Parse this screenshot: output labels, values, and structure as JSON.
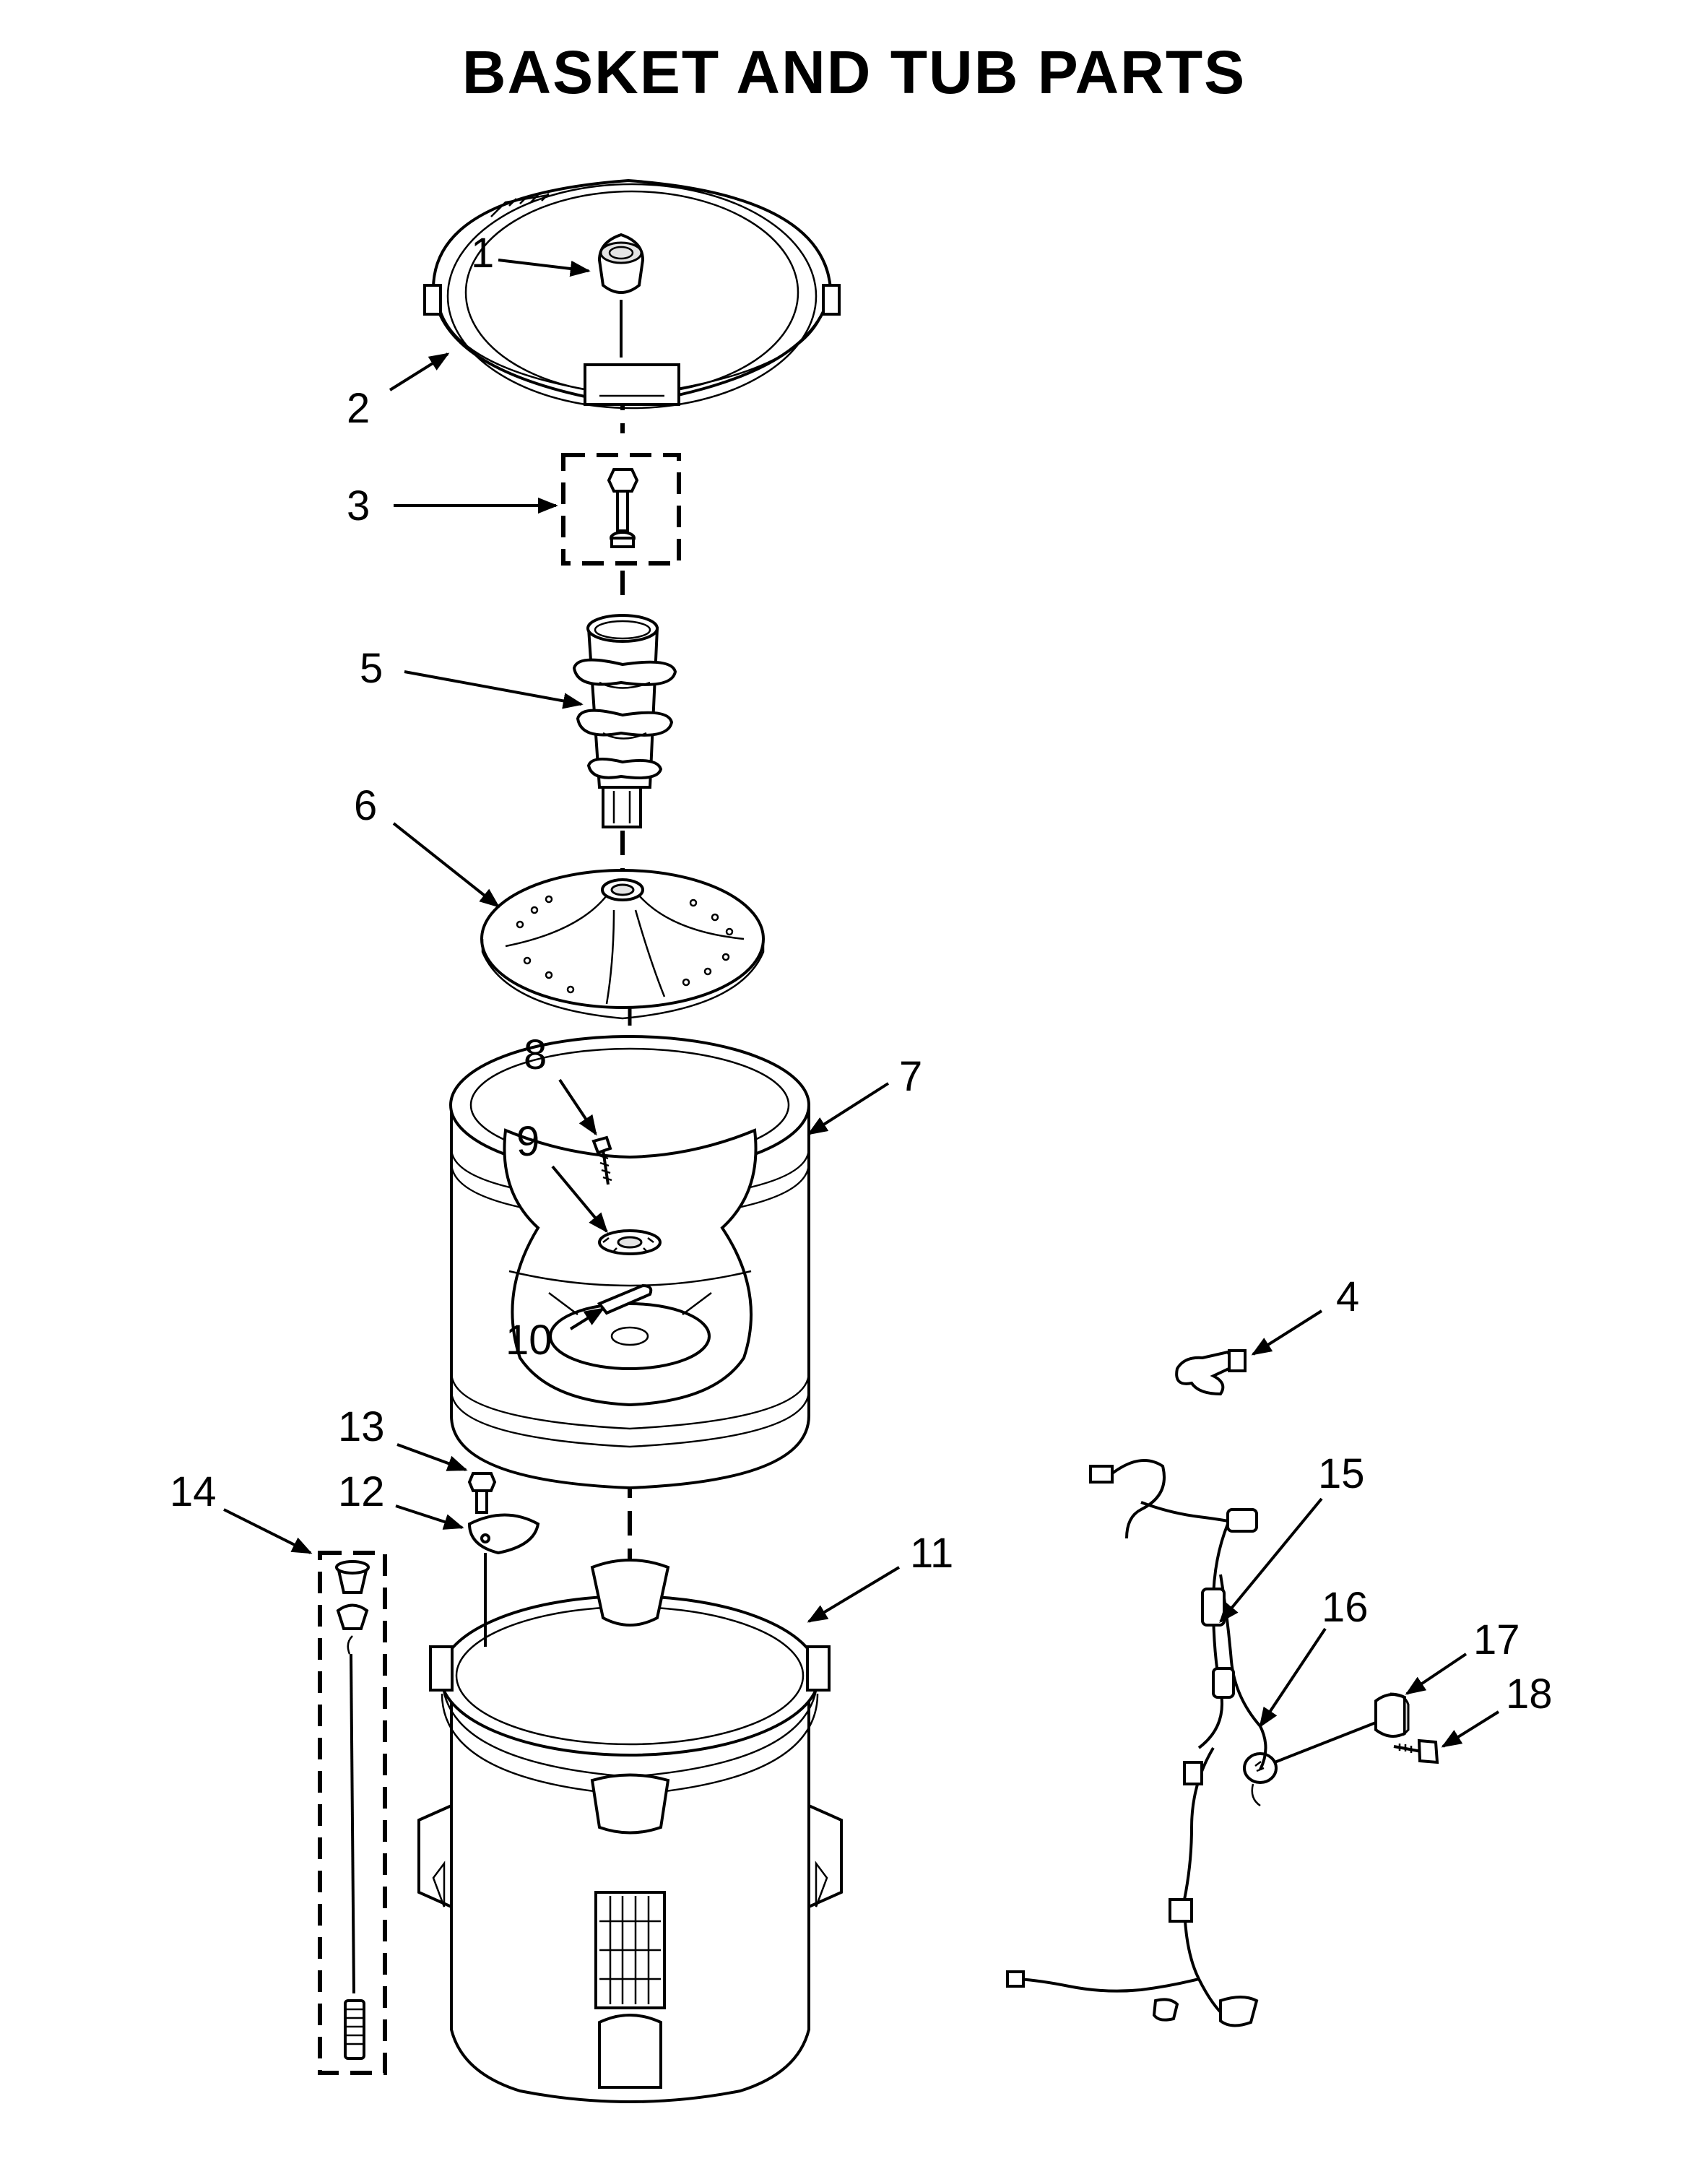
{
  "title": "BASKET AND TUB PARTS",
  "callouts": [
    {
      "id": "1",
      "label": "1"
    },
    {
      "id": "2",
      "label": "2"
    },
    {
      "id": "3",
      "label": "3"
    },
    {
      "id": "4",
      "label": "4"
    },
    {
      "id": "5",
      "label": "5"
    },
    {
      "id": "6",
      "label": "6"
    },
    {
      "id": "7",
      "label": "7"
    },
    {
      "id": "8",
      "label": "8"
    },
    {
      "id": "9",
      "label": "9"
    },
    {
      "id": "10",
      "label": "10"
    },
    {
      "id": "11",
      "label": "11"
    },
    {
      "id": "12",
      "label": "12"
    },
    {
      "id": "13",
      "label": "13"
    },
    {
      "id": "14",
      "label": "14"
    },
    {
      "id": "15",
      "label": "15"
    },
    {
      "id": "16",
      "label": "16"
    },
    {
      "id": "17",
      "label": "17"
    },
    {
      "id": "18",
      "label": "18"
    }
  ]
}
